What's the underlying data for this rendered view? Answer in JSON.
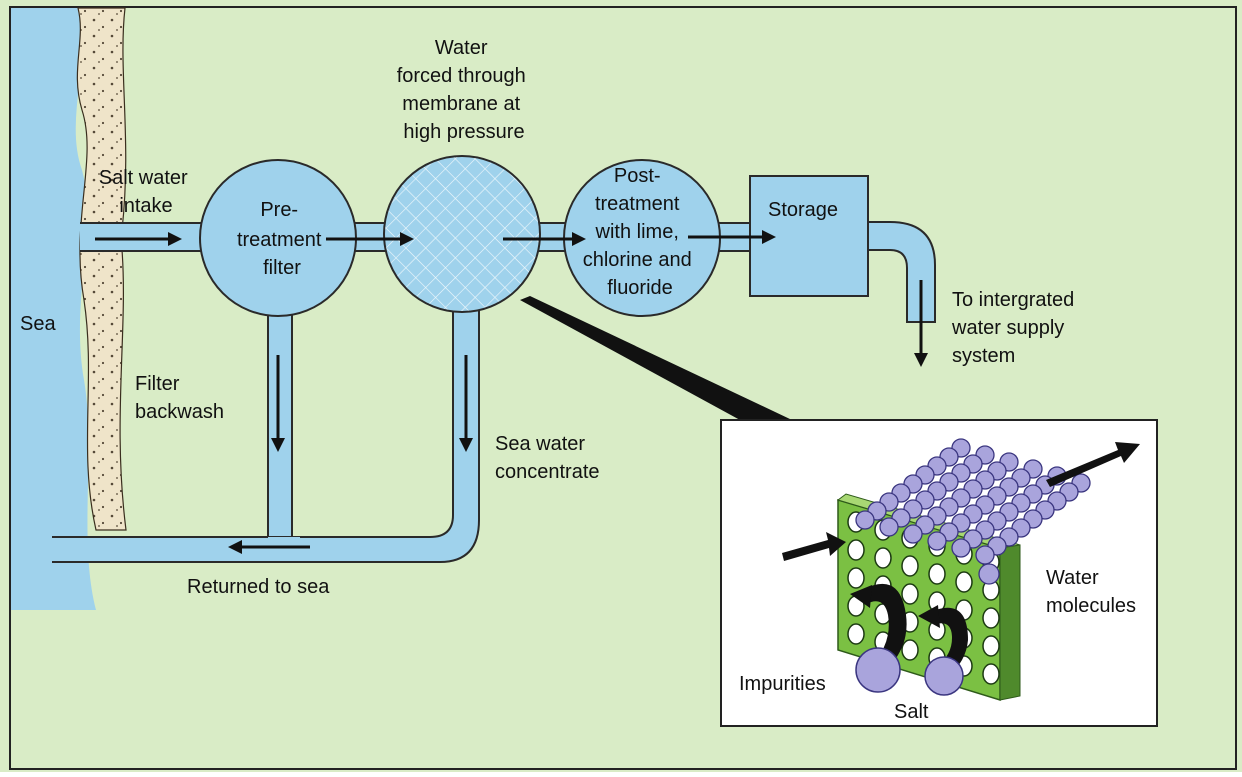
{
  "labels": {
    "sea": "Sea",
    "salt_water_intake": [
      "Salt water",
      "intake"
    ],
    "pretreatment": [
      "Pre-",
      "treatment",
      "filter"
    ],
    "membrane_caption": [
      "Water",
      "forced through",
      "membrane at",
      "high pressure"
    ],
    "posttreatment": [
      "Post-",
      "treatment",
      "with lime,",
      "chlorine and",
      "fluoride"
    ],
    "storage": "Storage",
    "integrated_supply": [
      "To intergrated",
      "water supply",
      "system"
    ],
    "filter_backwash": [
      "Filter",
      "backwash"
    ],
    "concentrate": [
      "Sea water",
      "concentrate"
    ],
    "returned": "Returned to sea"
  },
  "inset": {
    "water_molecules": [
      "Water",
      "molecules"
    ],
    "impurities": "Impurities",
    "salt": "Salt"
  },
  "colors": {
    "background": "#d9ecc6",
    "frame": "#222222",
    "water": "#9fd2ec",
    "water_outline": "#2a2a2a",
    "sand": "#efe4c9",
    "membrane_plate": "#7bc043",
    "molecule": "#a9a4dc",
    "arrow": "#111111"
  }
}
